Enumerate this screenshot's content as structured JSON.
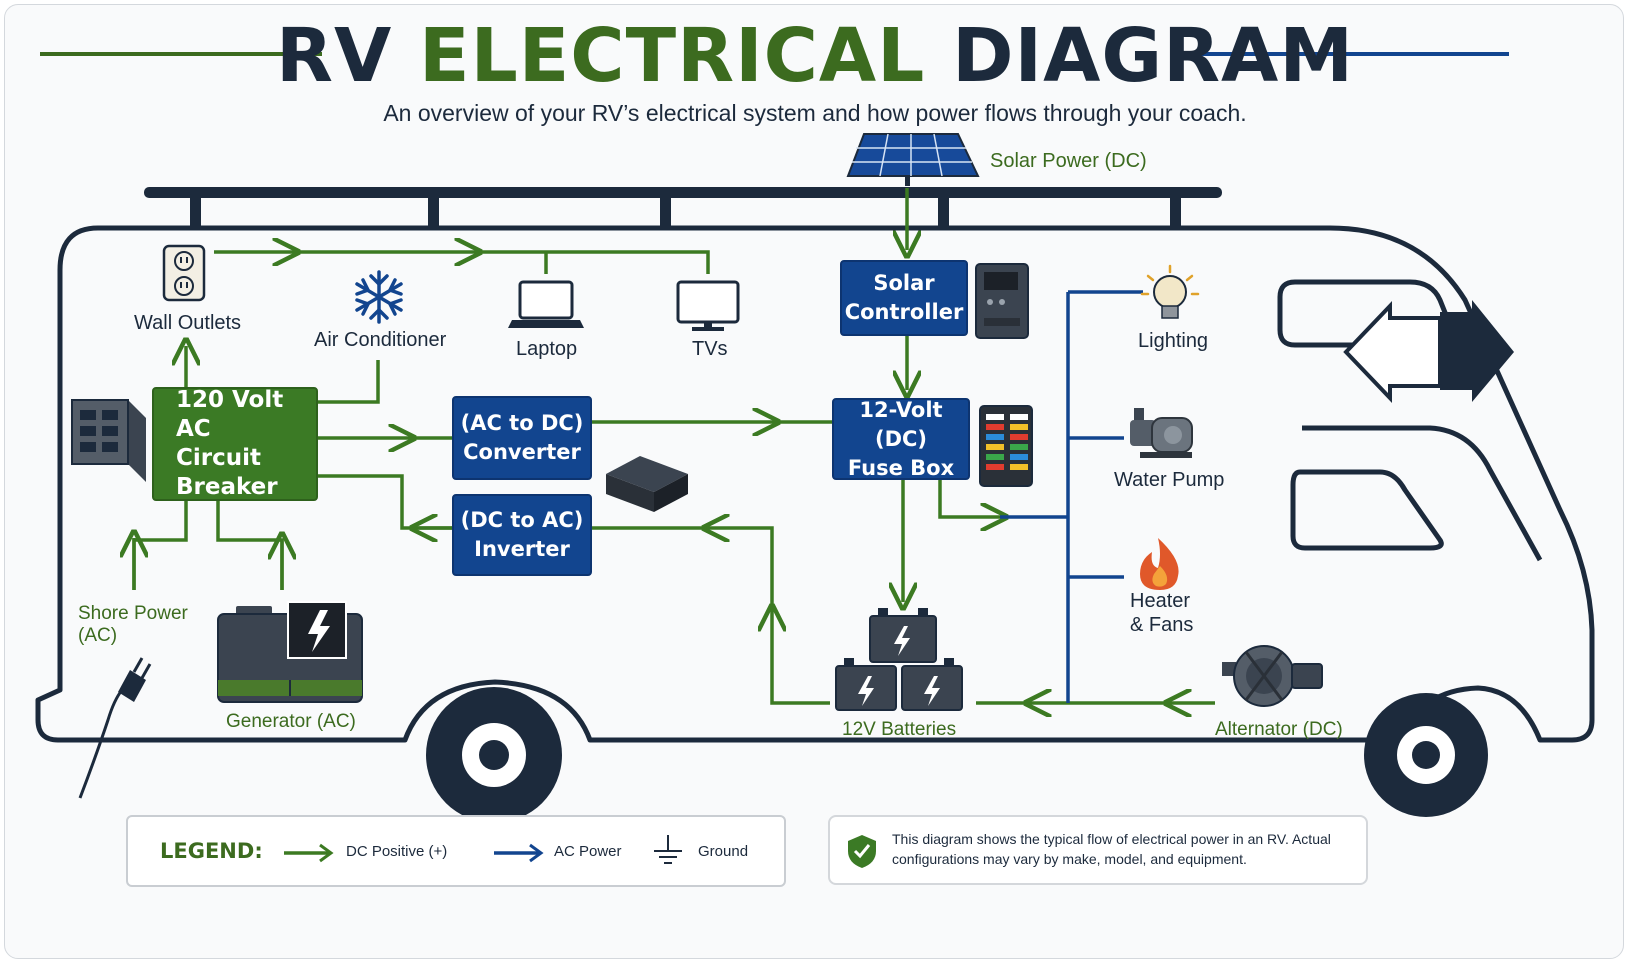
{
  "header": {
    "title_part1": "RV",
    "title_part2": "ELECTRICAL",
    "title_part3": "DIAGRAM",
    "subtitle": "An overview of your RV’s electrical system and how power flows through your coach."
  },
  "colors": {
    "dc_green": "#3c7a22",
    "ac_blue": "#12458f",
    "outline": "#1c2a3c",
    "box_green": "#3b7a25",
    "box_blue": "#12458f"
  },
  "components": {
    "solar_power": "Solar Power (DC)",
    "solar_controller": "Solar\nController",
    "wall_outlets": "Wall Outlets",
    "air_conditioner": "Air Conditioner",
    "laptop": "Laptop",
    "tvs": "TVs",
    "lighting": "Lighting",
    "water_pump": "Water Pump",
    "heater_fans": "Heater\n& Fans",
    "circuit_breaker": "120 Volt AC\nCircuit\nBreaker",
    "converter": "(AC to DC)\nConverter",
    "inverter": "(DC to AC)\nInverter",
    "fuse_box": "12-Volt (DC)\nFuse Box",
    "shore_power": "Shore Power\n(AC)",
    "generator": "Generator (AC)",
    "batteries": "12V Batteries",
    "alternator": "Alternator (DC)"
  },
  "icons": [
    "solar-panel-icon",
    "outlet-icon",
    "snowflake-icon",
    "laptop-icon",
    "tv-icon",
    "light-bulb-icon",
    "water-pump-icon",
    "flame-icon",
    "breaker-panel-icon",
    "converter-device-icon",
    "charge-controller-icon",
    "fuse-block-icon",
    "plug-icon",
    "generator-icon",
    "battery-icon",
    "alternator-icon",
    "shield-check-icon",
    "ground-icon"
  ],
  "legend": {
    "title": "LEGEND:",
    "dc_label": "DC Positive (+)",
    "ac_label": "AC Power",
    "ground_label": "Ground"
  },
  "note": {
    "line1": "This diagram shows the typical flow of electrical power in an RV. Actual",
    "line2": "configurations may vary by make, model, and equipment."
  }
}
